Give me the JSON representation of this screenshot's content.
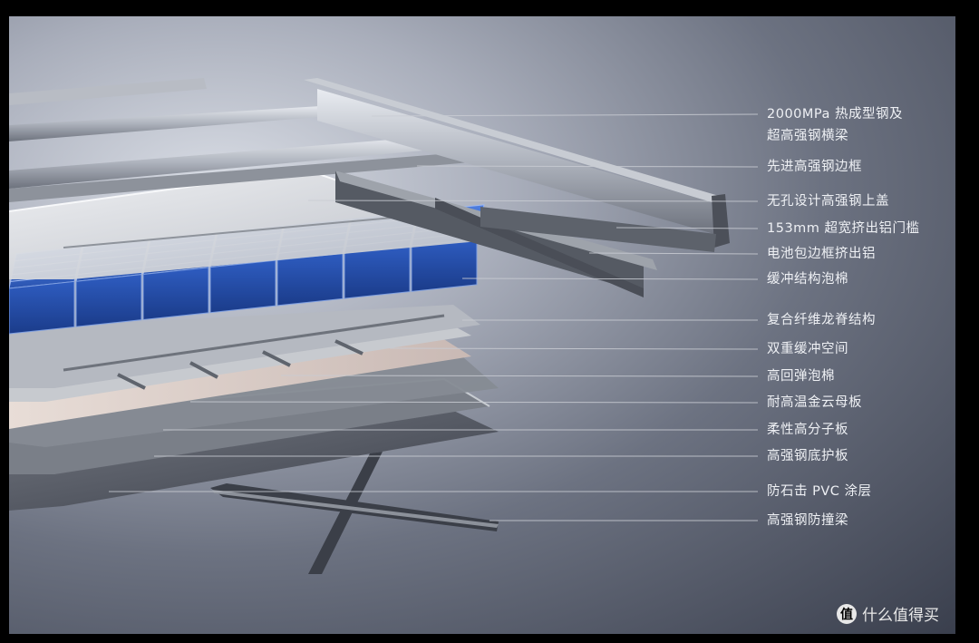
{
  "callouts": [
    {
      "lines": [
        "2000MPa 热成型钢及",
        "超高强钢横梁"
      ]
    },
    {
      "lines": [
        "先进高强钢边框"
      ]
    },
    {
      "lines": [
        "无孔设计高强钢上盖"
      ]
    },
    {
      "lines": [
        "153mm 超宽挤出铝门槛"
      ]
    },
    {
      "lines": [
        "电池包边框挤出铝"
      ]
    },
    {
      "lines": [
        "缓冲结构泡棉"
      ]
    },
    {
      "lines": [
        "复合纤维龙脊结构"
      ]
    },
    {
      "lines": [
        "双重缓冲空间"
      ]
    },
    {
      "lines": [
        "高回弹泡棉"
      ]
    },
    {
      "lines": [
        "耐高温金云母板"
      ]
    },
    {
      "lines": [
        "柔性高分子板"
      ]
    },
    {
      "lines": [
        "高强钢底护板"
      ]
    },
    {
      "lines": [
        "防石击 PVC 涂层"
      ]
    },
    {
      "lines": [
        "高强钢防撞梁"
      ]
    }
  ],
  "watermark": {
    "icon": "值",
    "text": "什么值得买"
  },
  "colors": {
    "cell_blue": "#2d5bb8",
    "leader_line": "#c9ccd3",
    "label_text": "#eef0f4"
  }
}
